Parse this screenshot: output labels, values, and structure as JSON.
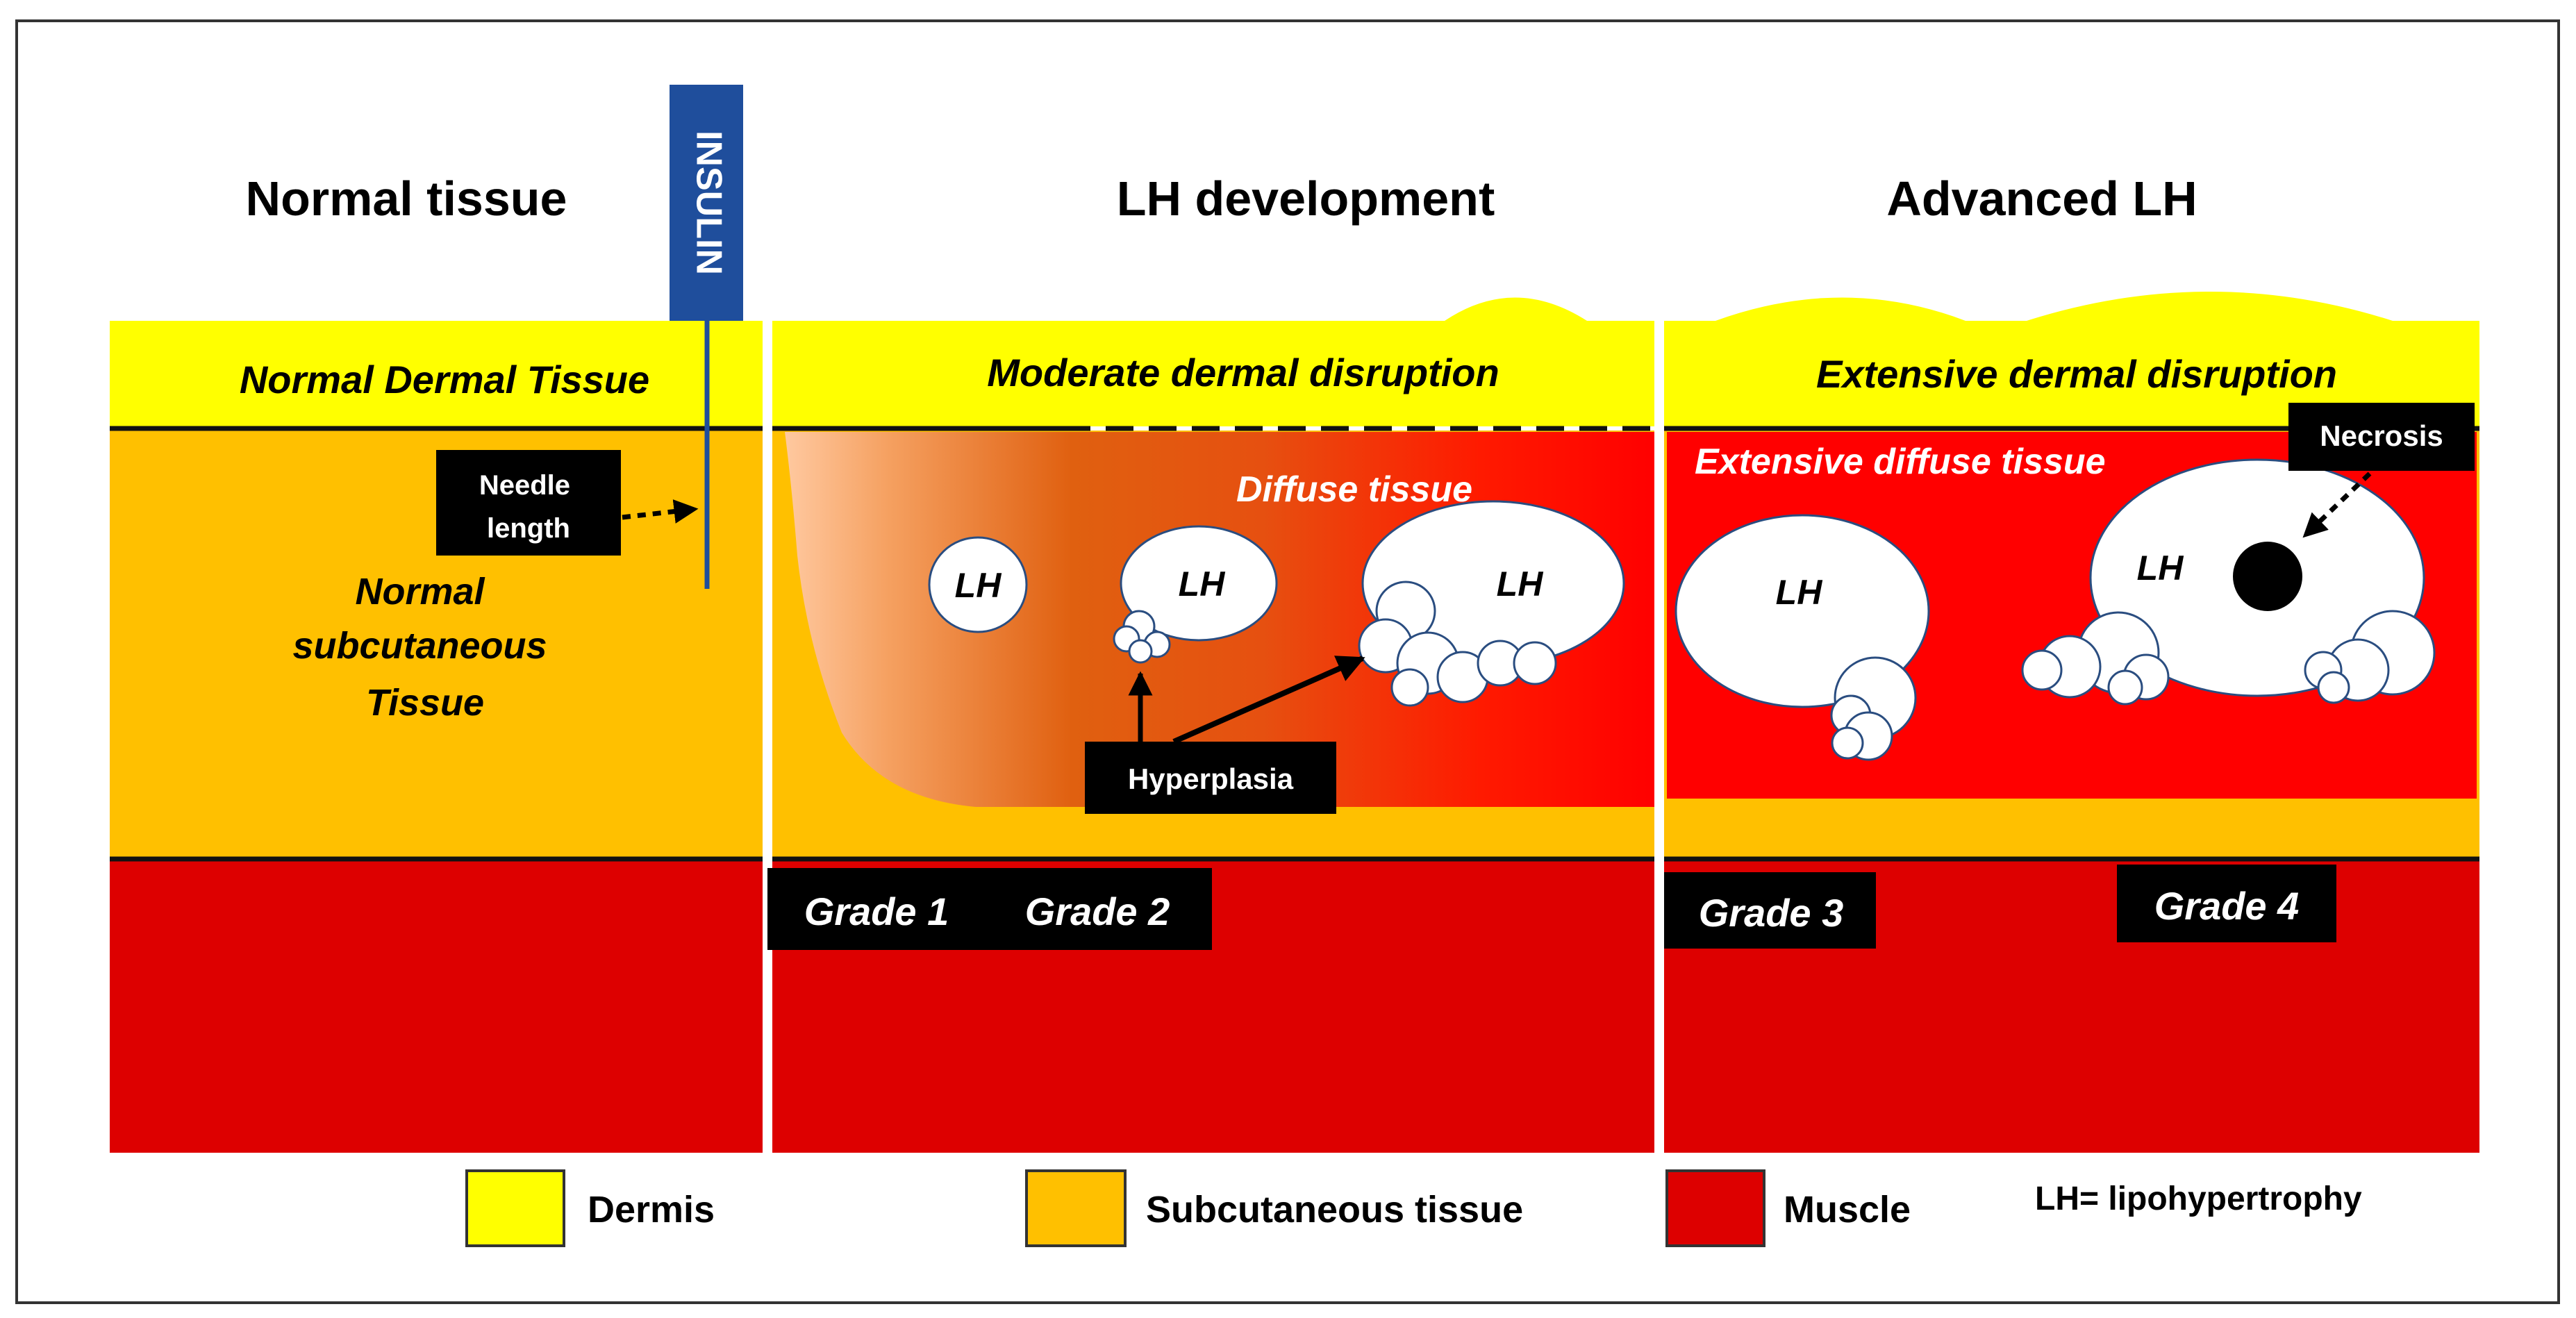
{
  "panels": {
    "normal": {
      "title": "Normal tissue",
      "dermis_label": "Normal Dermal Tissue",
      "subcut_label": [
        "Normal",
        "subcutaneous",
        "Tissue"
      ],
      "needle_label": [
        "Needle",
        "length"
      ],
      "insulin_label": "INSULIN"
    },
    "development": {
      "title": "LH development",
      "dermis_label": "Moderate dermal disruption",
      "diffuse_label": "Diffuse tissue",
      "lesion_label": "LH",
      "hyperplasia_label": "Hyperplasia",
      "grades": [
        "Grade 1",
        "Grade 2"
      ]
    },
    "advanced": {
      "title": "Advanced LH",
      "dermis_label": "Extensive dermal disruption",
      "diffuse_label": "Extensive diffuse tissue",
      "lesion_label": "LH",
      "necrosis_label": "Necrosis",
      "grades": [
        "Grade 3",
        "Grade 4"
      ]
    }
  },
  "legend": {
    "items": [
      {
        "label": "Dermis",
        "color": "#ffff00"
      },
      {
        "label": "Subcutaneous tissue",
        "color": "#ffc000"
      },
      {
        "label": "Muscle",
        "color": "#dd0000"
      }
    ],
    "abbreviation": "LH= lipohypertrophy"
  },
  "colors": {
    "dermis": "#ffff00",
    "subcutaneous": "#ffc000",
    "muscle": "#dd0000",
    "diffuse": "#ff0000",
    "insulin_bar": "#1f4e9c",
    "label_box": "#000000"
  }
}
